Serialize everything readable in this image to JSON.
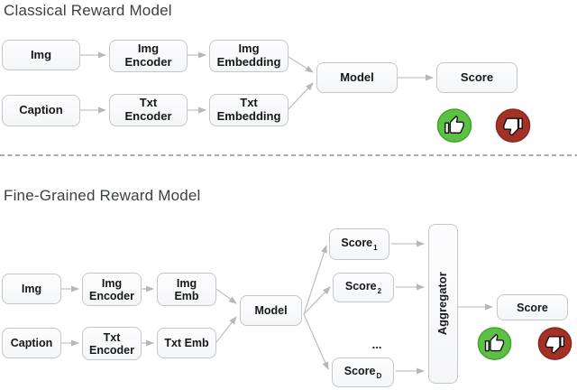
{
  "colors": {
    "thumb_up_bg": "#5bc043",
    "thumb_up_border": "#44a52f",
    "thumb_down_bg": "#a33125",
    "thumb_down_border": "#8b281e",
    "box_border": "#c4c7ca",
    "arrow": "#b7babd",
    "title_text": "#3c4043"
  },
  "classical": {
    "title": "Classical Reward Model",
    "nodes": {
      "img": "Img",
      "img_encoder": "Img\nEncoder",
      "img_embedding": "Img\nEmbedding",
      "caption": "Caption",
      "txt_encoder": "Txt\nEncoder",
      "txt_embedding": "Txt\nEmbedding",
      "model": "Model",
      "score": "Score"
    },
    "icons": {
      "positive": "thumbs-up",
      "negative": "thumbs-down"
    }
  },
  "fine_grained": {
    "title": "Fine-Grained Reward Model",
    "nodes": {
      "img": "Img",
      "img_encoder": "Img\nEncoder",
      "img_emb": "Img\nEmb",
      "caption": "Caption",
      "txt_encoder": "Txt\nEncoder",
      "txt_emb": "Txt Emb",
      "model": "Model",
      "aggregator": "Aggregator",
      "score_final": "Score",
      "dots": "..."
    },
    "scores": [
      {
        "base": "Score",
        "sub": "1"
      },
      {
        "base": "Score",
        "sub": "2"
      },
      {
        "base": "Score",
        "sub": "D"
      }
    ],
    "icons": {
      "positive": "thumbs-up",
      "negative": "thumbs-down"
    }
  }
}
